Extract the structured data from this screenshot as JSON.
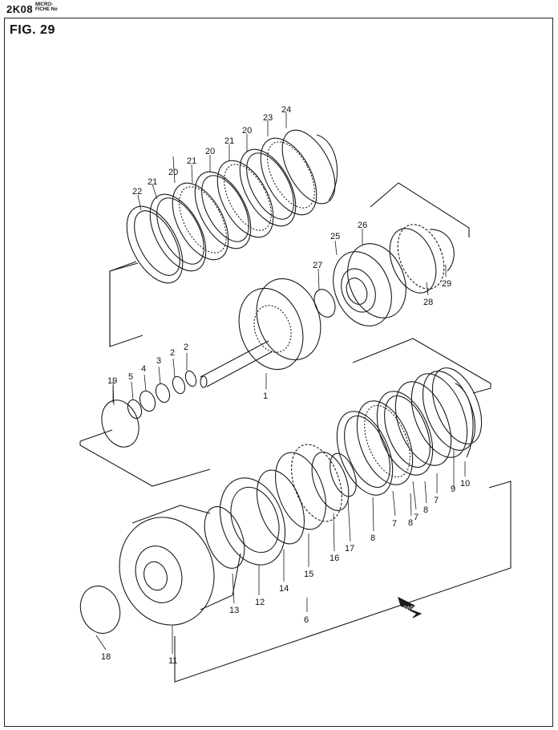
{
  "header": {
    "code": "2K08",
    "micro_line1": "MICRO-",
    "micro_line2": "FICHE No"
  },
  "figure": {
    "title": "FIG.  29"
  },
  "fwd_label": "FWD",
  "callouts": [
    {
      "n": "1"
    },
    {
      "n": "2"
    },
    {
      "n": "2"
    },
    {
      "n": "3"
    },
    {
      "n": "4"
    },
    {
      "n": "5"
    },
    {
      "n": "6"
    },
    {
      "n": "7"
    },
    {
      "n": "7"
    },
    {
      "n": "7"
    },
    {
      "n": "8"
    },
    {
      "n": "8"
    },
    {
      "n": "8"
    },
    {
      "n": "9"
    },
    {
      "n": "10"
    },
    {
      "n": "11"
    },
    {
      "n": "12"
    },
    {
      "n": "13"
    },
    {
      "n": "14"
    },
    {
      "n": "15"
    },
    {
      "n": "16"
    },
    {
      "n": "17"
    },
    {
      "n": "18"
    },
    {
      "n": "19"
    },
    {
      "n": "20"
    },
    {
      "n": "20"
    },
    {
      "n": "20"
    },
    {
      "n": "21"
    },
    {
      "n": "21"
    },
    {
      "n": "21"
    },
    {
      "n": "22"
    },
    {
      "n": "23"
    },
    {
      "n": "24"
    },
    {
      "n": "25"
    },
    {
      "n": "26"
    },
    {
      "n": "27"
    },
    {
      "n": "28"
    },
    {
      "n": "29"
    }
  ]
}
